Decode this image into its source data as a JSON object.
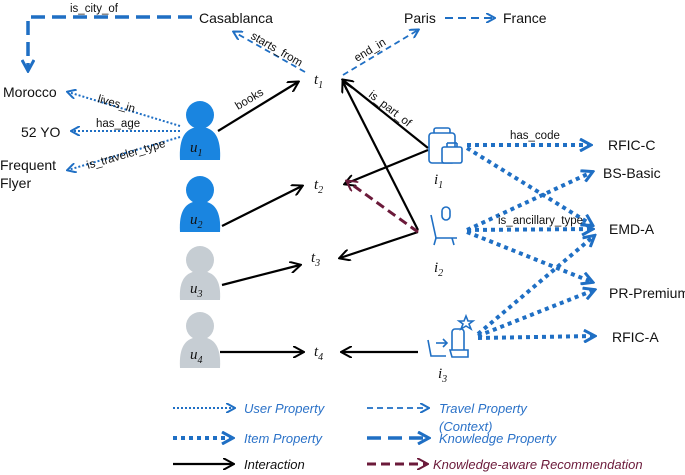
{
  "colors": {
    "blue": "#1f6fc4",
    "user_blue": "#1a85e0",
    "gray_user": "#c6cdd3",
    "black": "#000000",
    "maroon": "#6b1a3a",
    "legend_text": "#2b72c8",
    "legend_maroon": "#6b1a3a"
  },
  "entities": {
    "casablanca": "Casablanca",
    "paris": "Paris",
    "france": "France",
    "morocco": "Morocco",
    "age": "52 YO",
    "frequent": "Frequent",
    "flyer": "Flyer",
    "rfic_c": "RFIC-C",
    "bs_basic": "BS-Basic",
    "emd_a": "EMD-A",
    "pr_premium": "PR-Premium",
    "rfic_a": "RFIC-A"
  },
  "edge_labels": {
    "is_city_of": "is_city_of",
    "starts_from": "starts_from",
    "end_in": "end_in",
    "lives_in": "lives_in",
    "has_age": "has_age",
    "is_traveler_type": "is_traveler_type",
    "books": "books",
    "is_part_of": "is_part_of",
    "has_code": "has_code",
    "is_ancillary_type": "is_ancillary_type"
  },
  "nodes": {
    "users": [
      {
        "base": "u",
        "sub": "1"
      },
      {
        "base": "u",
        "sub": "2"
      },
      {
        "base": "u",
        "sub": "3"
      },
      {
        "base": "u",
        "sub": "4"
      }
    ],
    "trips": [
      {
        "base": "t",
        "sub": "1"
      },
      {
        "base": "t",
        "sub": "2"
      },
      {
        "base": "t",
        "sub": "3"
      },
      {
        "base": "t",
        "sub": "4"
      }
    ],
    "items": [
      {
        "base": "i",
        "sub": "1",
        "icon": "luggage-icon"
      },
      {
        "base": "i",
        "sub": "2",
        "icon": "seat-icon"
      },
      {
        "base": "i",
        "sub": "3",
        "icon": "premium-seat-icon"
      }
    ]
  },
  "legend": {
    "user_property": "User Property",
    "travel_property_1": "Travel Property",
    "travel_property_2": "(Context)",
    "item_property": "Item Property",
    "knowledge_property": "Knowledge Property",
    "interaction": "Interaction",
    "recommendation": "Knowledge-aware Recommendation"
  }
}
